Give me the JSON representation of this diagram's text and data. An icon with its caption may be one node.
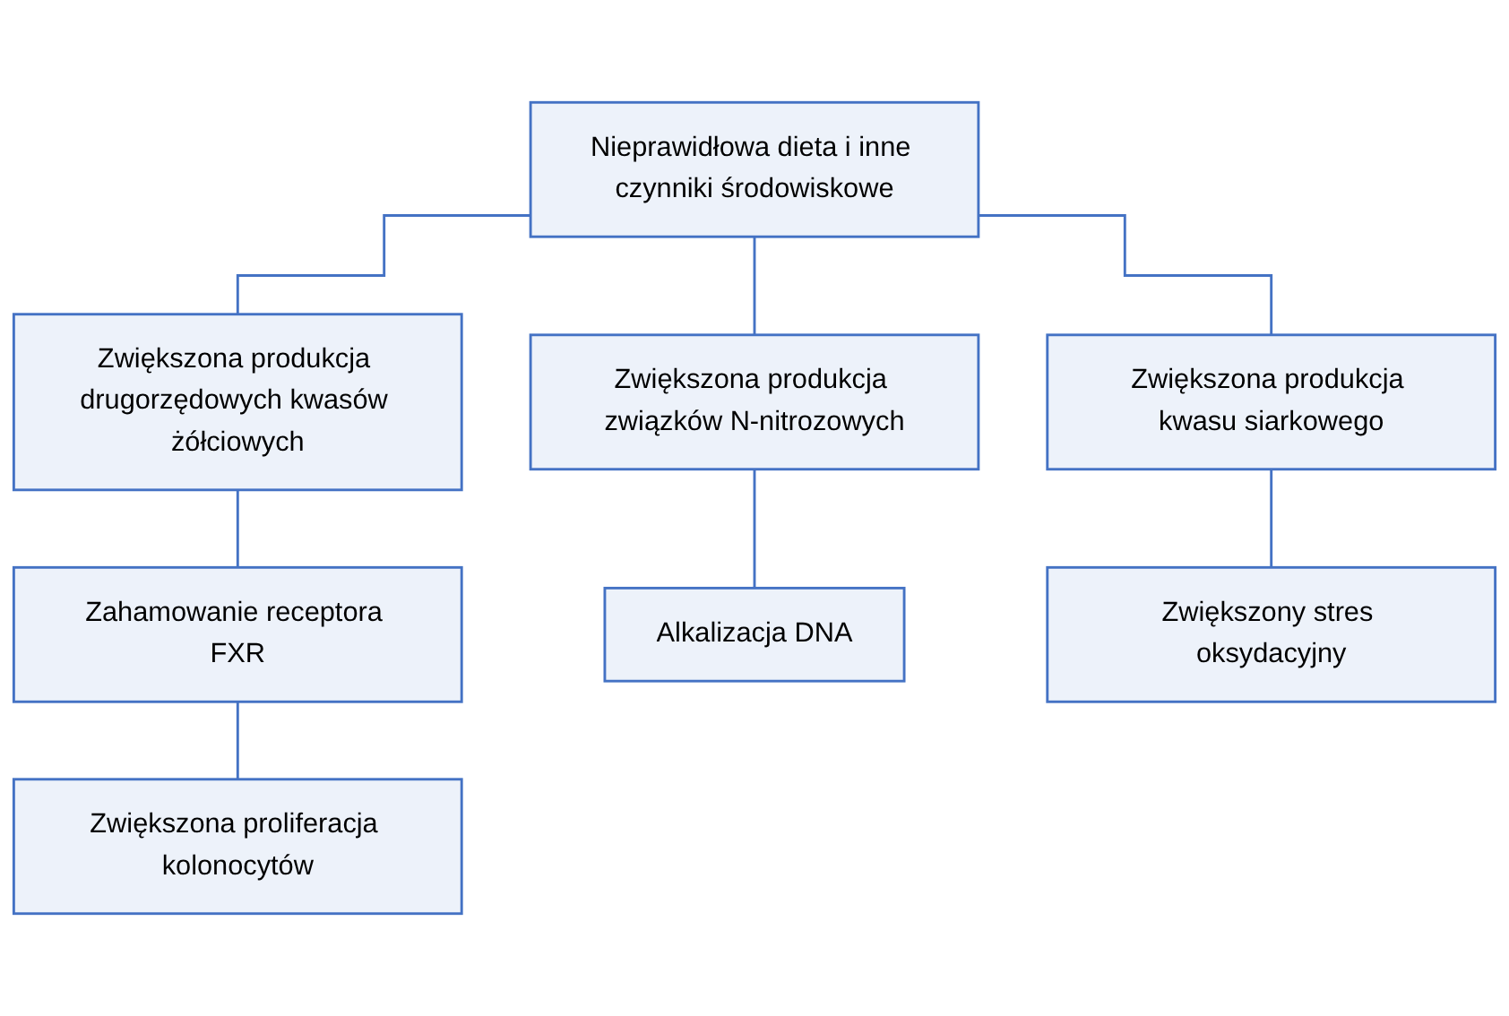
{
  "diagram": {
    "nodes": [
      {
        "text": [
          "Nieprawidłowa dieta i inne czynniki środowiskowe"
        ]
      },
      {
        "text": [
          "Zwiększona produkcja drugorzędowych kwasów żółciowych"
        ]
      },
      {
        "text": [
          "Zwiększona produkcja związków N-nitrozowych"
        ]
      },
      {
        "text": [
          "Zwiększona produkcja kwasu siarkowego"
        ]
      },
      {
        "text": [
          "Zahamowanie receptora FXR"
        ]
      },
      {
        "text": [
          "Alkalizacja DNA"
        ]
      },
      {
        "text": [
          "Zwiększony stres oksydacyjny"
        ]
      },
      {
        "text": [
          "Zwiększona proliferacja kolonocytów"
        ]
      }
    ],
    "edges": [
      {
        "from": 0,
        "to": 1,
        "arrow": "none"
      },
      {
        "from": 0,
        "to": 2,
        "arrow": "none"
      },
      {
        "from": 0,
        "to": 3,
        "arrow": "none"
      },
      {
        "from": 1,
        "to": 4,
        "arrow": "none"
      },
      {
        "from": 2,
        "to": 5,
        "arrow": "none"
      },
      {
        "from": 3,
        "to": 6,
        "arrow": "none"
      },
      {
        "from": 4,
        "to": 7,
        "arrow": "none"
      }
    ]
  }
}
